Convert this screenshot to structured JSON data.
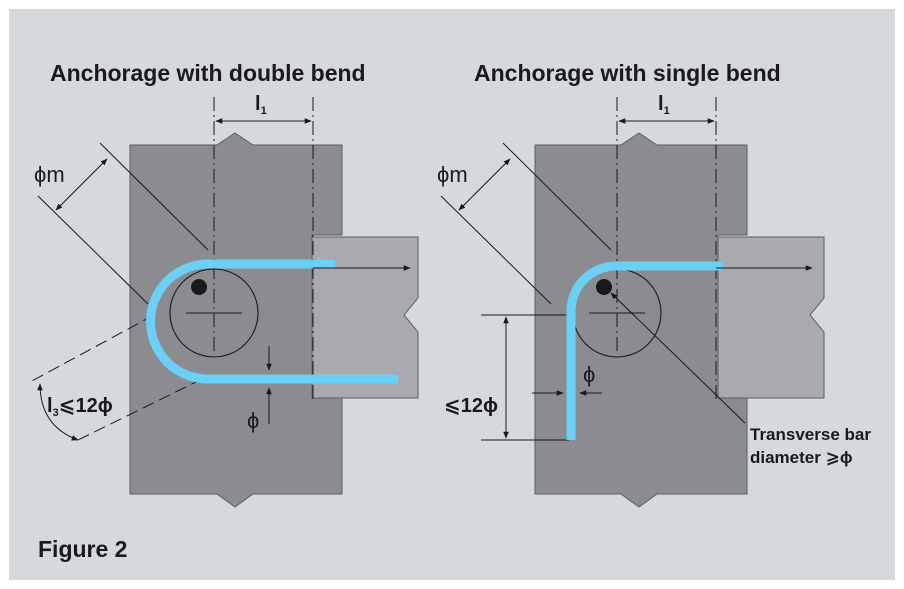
{
  "colors": {
    "background": "#d5d8dc",
    "concrete_dark": "#8a8c8f",
    "concrete_light": "#a8aaad",
    "rebar": "#6ccff5",
    "line": "#1a1a1a"
  },
  "left_diagram": {
    "title": "Anchorage with double bend",
    "mandrel_label": "ϕm",
    "length_label": "l",
    "length_sub": "1",
    "bend_length_label": "l",
    "bend_length_sub": "3",
    "bend_length_rule": "⩽12ϕ",
    "bar_diameter_label": "ϕ"
  },
  "right_diagram": {
    "title": "Anchorage with single bend",
    "mandrel_label": "ϕm",
    "length_label": "l",
    "length_sub": "1",
    "leg_length_label": "⩽12ϕ",
    "bar_diameter_label": "ϕ",
    "transverse_label_line1": "Transverse bar",
    "transverse_label_line2": "diameter ⩾ϕ"
  },
  "caption": "Figure 2"
}
